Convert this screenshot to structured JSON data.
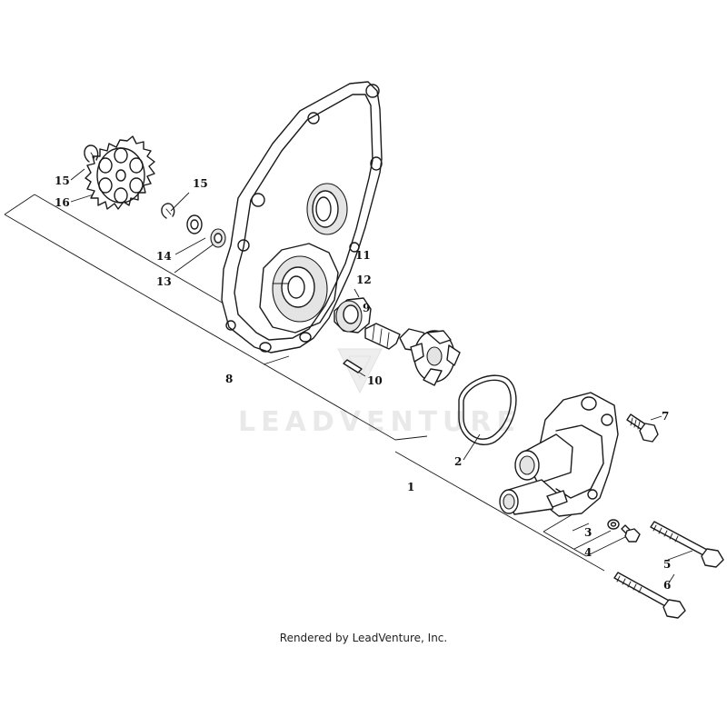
{
  "watermark": {
    "text": "LEADVENTURE"
  },
  "callouts": {
    "c1": "1",
    "c2": "2",
    "c3": "3",
    "c4": "4",
    "c5": "5",
    "c6": "6",
    "c7": "7",
    "c8": "8",
    "c9": "9",
    "c10": "10",
    "c11": "11",
    "c12": "12",
    "c13": "13",
    "c14": "14",
    "c15a": "15",
    "c15b": "15",
    "c16": "16"
  },
  "footer": {
    "credit": "Rendered by LeadVenture, Inc."
  }
}
